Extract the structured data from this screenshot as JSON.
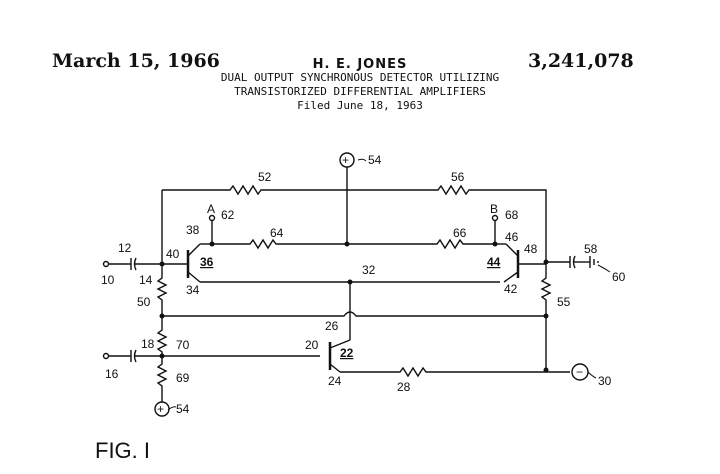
{
  "header": {
    "date": "March 15, 1966",
    "inventor": "H. E. JONES",
    "patent_number": "3,241,078",
    "title_lines": [
      "DUAL OUTPUT SYNCHRONOUS DETECTOR UTILIZING",
      "TRANSISTORIZED DIFFERENTIAL AMPLIFIERS",
      "Filed June 18, 1963"
    ]
  },
  "figure_label": "FIG. I",
  "terminals": {
    "plus": "+",
    "minus": "−"
  },
  "ref": {
    "r10": "10",
    "r12": "12",
    "r14": "14",
    "r16": "16",
    "r18": "18",
    "r20": "20",
    "r22": "22",
    "r24": "24",
    "r26": "26",
    "r28": "28",
    "r30": "30",
    "r32": "32",
    "r34": "34",
    "r36": "36",
    "r38": "38",
    "r40": "40",
    "r42": "42",
    "r44": "44",
    "r46": "46",
    "r48": "48",
    "r50": "50",
    "r52": "52",
    "r54": "54",
    "r55": "55",
    "r56": "56",
    "r58": "58",
    "r60": "60",
    "r62": "62",
    "r64": "64",
    "r66": "66",
    "r68": "68",
    "r69": "69",
    "r70": "70",
    "A": "A",
    "B": "B"
  }
}
